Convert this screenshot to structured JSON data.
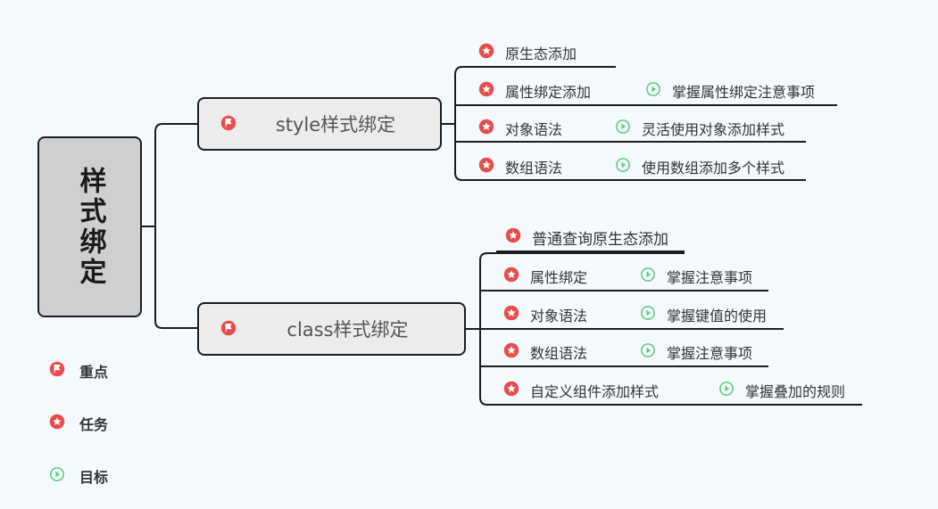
{
  "colors": {
    "line": "#1c1c1c",
    "red": "#e84c4c",
    "green": "#5ccb7a"
  },
  "root": {
    "title": "样式绑定"
  },
  "branches": [
    {
      "label": "style样式绑定",
      "icon": "flag-icon",
      "items": [
        {
          "task": "原生态添加",
          "goal": ""
        },
        {
          "task": "属性绑定添加",
          "goal": "掌握属性绑定注意事项"
        },
        {
          "task": "对象语法",
          "goal": "灵活使用对象添加样式"
        },
        {
          "task": "数组语法",
          "goal": "使用数组添加多个样式"
        }
      ]
    },
    {
      "label": "class样式绑定",
      "icon": "flag-icon",
      "items": [
        {
          "task": "普通查询原生态添加",
          "goal": ""
        },
        {
          "task": "属性绑定",
          "goal": "掌握注意事项"
        },
        {
          "task": "对象语法",
          "goal": "掌握键值的使用"
        },
        {
          "task": "数组语法",
          "goal": "掌握注意事项"
        },
        {
          "task": "自定义组件添加样式",
          "goal": "掌握叠加的规则"
        }
      ]
    }
  ],
  "legend": [
    {
      "icon": "flag-icon",
      "label": "重点"
    },
    {
      "icon": "star-icon",
      "label": "任务"
    },
    {
      "icon": "play-icon",
      "label": "目标"
    }
  ]
}
